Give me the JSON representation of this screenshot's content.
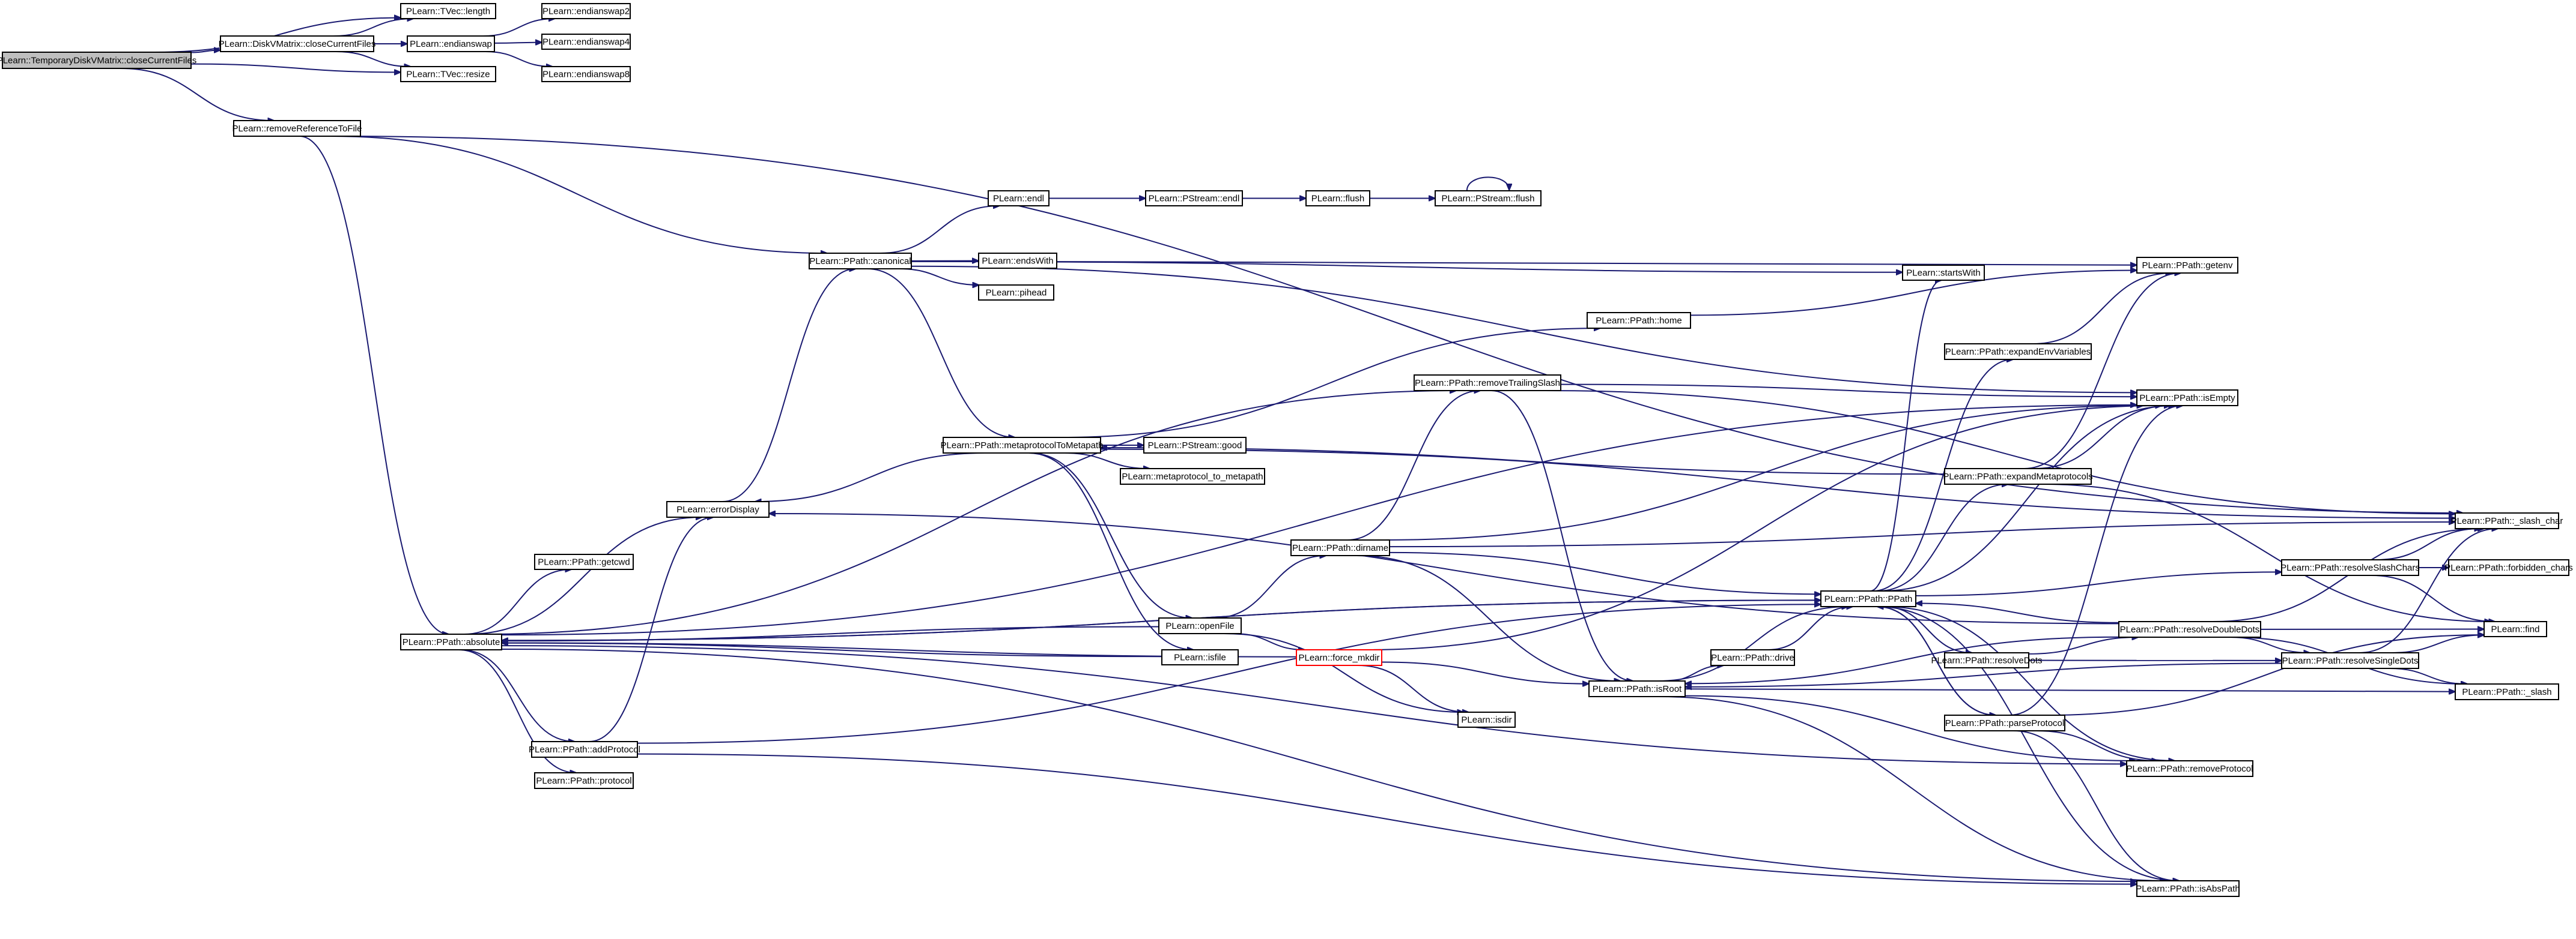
{
  "colors": {
    "edge": "#191970",
    "node_border": "#000000",
    "root_fill": "#bfbfbf",
    "highlight_border": "#ff0000",
    "background": "#ffffff"
  },
  "nodes": [
    {
      "id": "closeCurrentFiles_tdv",
      "label": "PLearn::TemporaryDiskVMatrix::closeCurrentFiles",
      "root": true
    },
    {
      "id": "tvec_length",
      "label": "PLearn::TVec::length"
    },
    {
      "id": "closeCurrentFiles_dv",
      "label": "PLearn::DiskVMatrix::closeCurrentFiles"
    },
    {
      "id": "tvec_resize",
      "label": "PLearn::TVec::resize"
    },
    {
      "id": "endianswap",
      "label": "PLearn::endianswap"
    },
    {
      "id": "endianswap2",
      "label": "PLearn::endianswap2"
    },
    {
      "id": "endianswap4",
      "label": "PLearn::endianswap4"
    },
    {
      "id": "endianswap8",
      "label": "PLearn::endianswap8"
    },
    {
      "id": "removeReferenceToFile",
      "label": "PLearn::removeReferenceToFile"
    },
    {
      "id": "absolute",
      "label": "PLearn::PPath::absolute"
    },
    {
      "id": "canonical",
      "label": "PLearn::PPath::canonical"
    },
    {
      "id": "endl",
      "label": "PLearn::endl"
    },
    {
      "id": "pstream_endl",
      "label": "PLearn::PStream::endl"
    },
    {
      "id": "flush",
      "label": "PLearn::flush"
    },
    {
      "id": "pstream_flush",
      "label": "PLearn::PStream::flush"
    },
    {
      "id": "endsWith",
      "label": "PLearn::endsWith"
    },
    {
      "id": "pihead",
      "label": "PLearn::pihead"
    },
    {
      "id": "home",
      "label": "PLearn::PPath::home"
    },
    {
      "id": "startsWith",
      "label": "PLearn::startsWith"
    },
    {
      "id": "getenv",
      "label": "PLearn::PPath::getenv"
    },
    {
      "id": "expandEnvVariables",
      "label": "PLearn::PPath::expandEnvVariables"
    },
    {
      "id": "removeTrailingSlash",
      "label": "PLearn::PPath::removeTrailingSlash"
    },
    {
      "id": "isEmpty",
      "label": "PLearn::PPath::isEmpty"
    },
    {
      "id": "metaprotocolToMetapath",
      "label": "PLearn::PPath::metaprotocolToMetapath"
    },
    {
      "id": "pstream_good",
      "label": "PLearn::PStream::good"
    },
    {
      "id": "metaprotocol_to_metapath",
      "label": "PLearn::metaprotocol_to_metapath"
    },
    {
      "id": "expandMetaprotocols",
      "label": "PLearn::PPath::expandMetaprotocols"
    },
    {
      "id": "errorDisplay",
      "label": "PLearn::errorDisplay"
    },
    {
      "id": "slash_char",
      "label": "PLearn::PPath::_slash_char"
    },
    {
      "id": "getcwd",
      "label": "PLearn::PPath::getcwd"
    },
    {
      "id": "dirname",
      "label": "PLearn::PPath::dirname"
    },
    {
      "id": "pcpath",
      "label": "PLearn::PPath::PPath"
    },
    {
      "id": "resolveSlashChars",
      "label": "PLearn::PPath::resolveSlashChars"
    },
    {
      "id": "forbidden_chars",
      "label": "PLearn::PPath::forbidden_chars"
    },
    {
      "id": "openFile",
      "label": "PLearn::openFile"
    },
    {
      "id": "resolveDoubleDots",
      "label": "PLearn::PPath::resolveDoubleDots"
    },
    {
      "id": "find",
      "label": "PLearn::find"
    },
    {
      "id": "isfile",
      "label": "PLearn::isfile"
    },
    {
      "id": "force_mkdir",
      "label": "PLearn::force_mkdir",
      "highlight": true
    },
    {
      "id": "drive",
      "label": "PLearn::PPath::drive"
    },
    {
      "id": "resolveDots",
      "label": "PLearn::PPath::resolveDots"
    },
    {
      "id": "resolveSingleDots",
      "label": "PLearn::PPath::resolveSingleDots"
    },
    {
      "id": "isRoot",
      "label": "PLearn::PPath::isRoot"
    },
    {
      "id": "slash",
      "label": "PLearn::PPath::_slash"
    },
    {
      "id": "isdir",
      "label": "PLearn::isdir"
    },
    {
      "id": "addProtocol",
      "label": "PLearn::PPath::addProtocol"
    },
    {
      "id": "parseProtocol",
      "label": "PLearn::PPath::parseProtocol"
    },
    {
      "id": "removeProtocol",
      "label": "PLearn::PPath::removeProtocol"
    },
    {
      "id": "protocol",
      "label": "PLearn::PPath::protocol"
    },
    {
      "id": "isAbsPath",
      "label": "PLearn::PPath::isAbsPath"
    }
  ],
  "edges": [
    [
      "closeCurrentFiles_tdv",
      "tvec_length"
    ],
    [
      "closeCurrentFiles_tdv",
      "closeCurrentFiles_dv"
    ],
    [
      "closeCurrentFiles_tdv",
      "tvec_resize"
    ],
    [
      "closeCurrentFiles_tdv",
      "removeReferenceToFile"
    ],
    [
      "closeCurrentFiles_dv",
      "tvec_length"
    ],
    [
      "closeCurrentFiles_dv",
      "endianswap"
    ],
    [
      "closeCurrentFiles_dv",
      "tvec_resize"
    ],
    [
      "endianswap",
      "endianswap2"
    ],
    [
      "endianswap",
      "endianswap4"
    ],
    [
      "endianswap",
      "endianswap8"
    ],
    [
      "removeReferenceToFile",
      "absolute"
    ],
    [
      "removeReferenceToFile",
      "canonical"
    ],
    [
      "removeReferenceToFile",
      "slash_char"
    ],
    [
      "canonical",
      "endl"
    ],
    [
      "canonical",
      "endsWith"
    ],
    [
      "canonical",
      "pihead"
    ],
    [
      "canonical",
      "startsWith"
    ],
    [
      "canonical",
      "isEmpty"
    ],
    [
      "canonical",
      "metaprotocolToMetapath"
    ],
    [
      "canonical",
      "getenv"
    ],
    [
      "endl",
      "pstream_endl"
    ],
    [
      "pstream_endl",
      "flush"
    ],
    [
      "flush",
      "pstream_flush"
    ],
    [
      "pstream_flush",
      "pstream_flush"
    ],
    [
      "metaprotocolToMetapath",
      "pstream_good"
    ],
    [
      "metaprotocolToMetapath",
      "metaprotocol_to_metapath"
    ],
    [
      "metaprotocolToMetapath",
      "home"
    ],
    [
      "metaprotocolToMetapath",
      "errorDisplay"
    ],
    [
      "metaprotocolToMetapath",
      "openFile"
    ],
    [
      "metaprotocolToMetapath",
      "isfile"
    ],
    [
      "metaprotocolToMetapath",
      "slash_char"
    ],
    [
      "home",
      "getenv"
    ],
    [
      "errorDisplay",
      "canonical"
    ],
    [
      "absolute",
      "removeTrailingSlash"
    ],
    [
      "absolute",
      "isEmpty"
    ],
    [
      "absolute",
      "errorDisplay"
    ],
    [
      "absolute",
      "getcwd"
    ],
    [
      "absolute",
      "pcpath"
    ],
    [
      "absolute",
      "addProtocol"
    ],
    [
      "absolute",
      "protocol"
    ],
    [
      "absolute",
      "removeProtocol"
    ],
    [
      "absolute",
      "isAbsPath"
    ],
    [
      "addProtocol",
      "errorDisplay"
    ],
    [
      "addProtocol",
      "pcpath"
    ],
    [
      "addProtocol",
      "isAbsPath"
    ],
    [
      "removeTrailingSlash",
      "isEmpty"
    ],
    [
      "removeTrailingSlash",
      "isRoot"
    ],
    [
      "removeTrailingSlash",
      "slash_char"
    ],
    [
      "dirname",
      "removeTrailingSlash"
    ],
    [
      "dirname",
      "isEmpty"
    ],
    [
      "dirname",
      "slash_char"
    ],
    [
      "dirname",
      "pcpath"
    ],
    [
      "dirname",
      "isRoot"
    ],
    [
      "openFile",
      "absolute"
    ],
    [
      "openFile",
      "dirname"
    ],
    [
      "openFile",
      "force_mkdir"
    ],
    [
      "openFile",
      "isdir"
    ],
    [
      "force_mkdir",
      "absolute"
    ],
    [
      "force_mkdir",
      "isdir"
    ],
    [
      "force_mkdir",
      "isRoot"
    ],
    [
      "force_mkdir",
      "isEmpty"
    ],
    [
      "isfile",
      "absolute"
    ],
    [
      "pcpath",
      "startsWith"
    ],
    [
      "pcpath",
      "expandEnvVariables"
    ],
    [
      "pcpath",
      "isEmpty"
    ],
    [
      "pcpath",
      "expandMetaprotocols"
    ],
    [
      "pcpath",
      "resolveSlashChars"
    ],
    [
      "pcpath",
      "resolveDots"
    ],
    [
      "pcpath",
      "parseProtocol"
    ],
    [
      "pcpath",
      "removeProtocol"
    ],
    [
      "pcpath",
      "isAbsPath"
    ],
    [
      "pcpath",
      "absolute"
    ],
    [
      "expandEnvVariables",
      "getenv"
    ],
    [
      "expandMetaprotocols",
      "getenv"
    ],
    [
      "expandMetaprotocols",
      "isEmpty"
    ],
    [
      "expandMetaprotocols",
      "find"
    ],
    [
      "expandMetaprotocols",
      "metaprotocolToMetapath"
    ],
    [
      "resolveSlashChars",
      "slash_char"
    ],
    [
      "resolveSlashChars",
      "forbidden_chars"
    ],
    [
      "resolveSlashChars",
      "find"
    ],
    [
      "resolveDots",
      "resolveDoubleDots"
    ],
    [
      "resolveDots",
      "resolveSingleDots"
    ],
    [
      "resolveDoubleDots",
      "slash_char"
    ],
    [
      "resolveDoubleDots",
      "find"
    ],
    [
      "resolveDoubleDots",
      "slash"
    ],
    [
      "resolveDoubleDots",
      "resolveSingleDots"
    ],
    [
      "resolveDoubleDots",
      "isRoot"
    ],
    [
      "resolveDoubleDots",
      "errorDisplay"
    ],
    [
      "resolveDoubleDots",
      "pcpath"
    ],
    [
      "resolveSingleDots",
      "slash_char"
    ],
    [
      "resolveSingleDots",
      "find"
    ],
    [
      "resolveSingleDots",
      "slash"
    ],
    [
      "resolveSingleDots",
      "isRoot"
    ],
    [
      "parseProtocol",
      "find"
    ],
    [
      "parseProtocol",
      "isEmpty"
    ],
    [
      "parseProtocol",
      "removeProtocol"
    ],
    [
      "parseProtocol",
      "isAbsPath"
    ],
    [
      "parseProtocol",
      "pcpath"
    ],
    [
      "isRoot",
      "drive"
    ],
    [
      "isRoot",
      "pcpath"
    ],
    [
      "isRoot",
      "removeProtocol"
    ],
    [
      "isRoot",
      "slash"
    ],
    [
      "isRoot",
      "isAbsPath"
    ],
    [
      "drive",
      "pcpath"
    ]
  ]
}
